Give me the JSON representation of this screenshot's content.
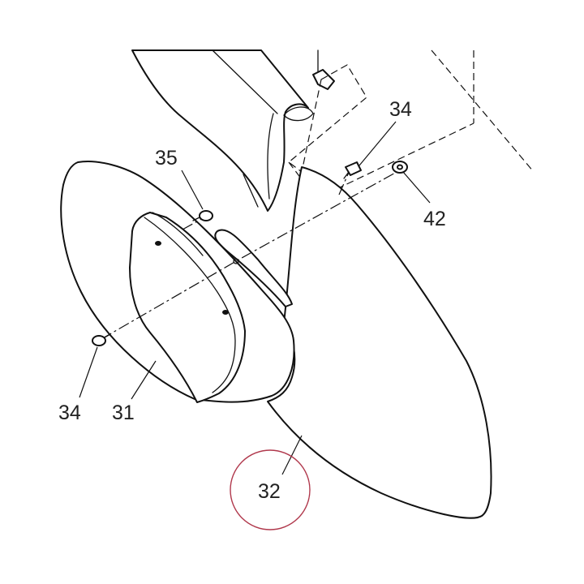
{
  "callouts": {
    "screw_top_right": "34",
    "screw_left": "35",
    "washer": "42",
    "screw_bottom_left": "34",
    "bracket": "31",
    "fender": "32"
  },
  "highlight": {
    "ring_color": "#b0384c",
    "target_part": "32"
  }
}
